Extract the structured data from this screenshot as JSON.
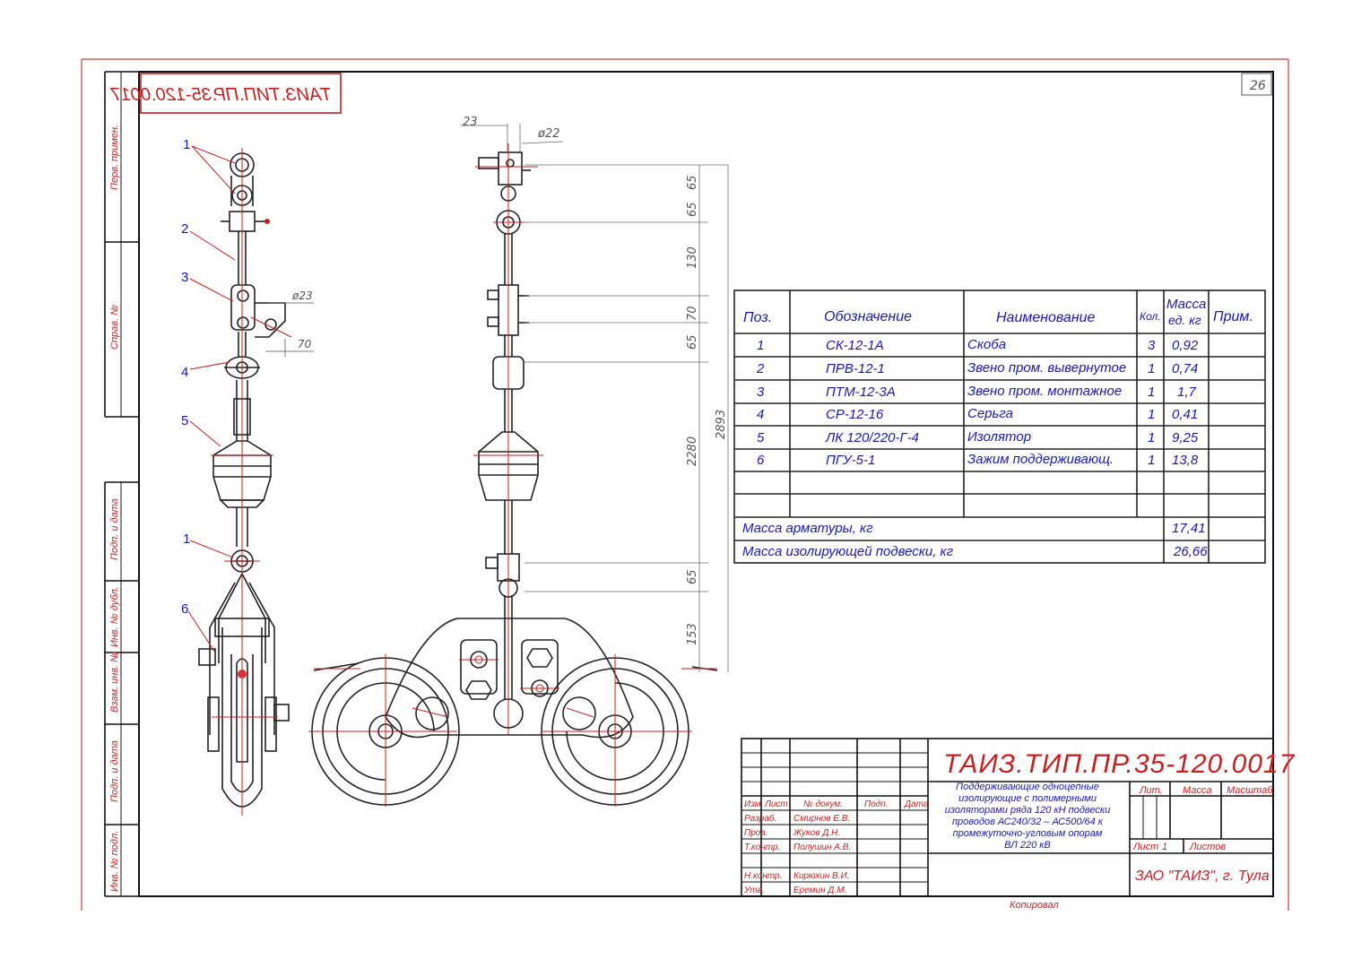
{
  "sheet": {
    "number": "26",
    "stamp_code_mirrored": "ТАИЗ.ТИП.ПР.35-120.0017",
    "footer_copy": "Копировал"
  },
  "side_strip": [
    "Перв. примен.",
    "Справ. №",
    "Подп. и дата",
    "Инв. № дубл.",
    "Взам. инв. №",
    "Подп. и дата",
    "Инв. № подл."
  ],
  "callouts": [
    "1",
    "2",
    "3",
    "4",
    "5",
    "1",
    "6"
  ],
  "dimensions": {
    "top_width": "23",
    "pin_diameter": "ø22",
    "link_hole": "ø23",
    "link_offset": "70",
    "vertical": [
      "65",
      "65",
      "130",
      "70",
      "65",
      "2280",
      "65",
      "153"
    ],
    "total": "2893"
  },
  "spec": {
    "headers": {
      "pos": "Поз.",
      "designation": "Обозначение",
      "name": "Наименование",
      "qty": "Кол.",
      "mass_1": "Масса",
      "mass_2": "ед. кг",
      "note": "Прим."
    },
    "rows": [
      {
        "pos": "1",
        "designation": "СК-12-1А",
        "name": "Скоба",
        "qty": "3",
        "mass": "0,92"
      },
      {
        "pos": "2",
        "designation": "ПРВ-12-1",
        "name": "Звено пром. вывернутое",
        "qty": "1",
        "mass": "0,74"
      },
      {
        "pos": "3",
        "designation": "ПТМ-12-3А",
        "name": "Звено пром. монтажное",
        "qty": "1",
        "mass": "1,7"
      },
      {
        "pos": "4",
        "designation": "СР-12-16",
        "name": "Серьга",
        "qty": "1",
        "mass": "0,41"
      },
      {
        "pos": "5",
        "designation": "ЛК 120/220-Г-4",
        "name": "Изолятор",
        "qty": "1",
        "mass": "9,25"
      },
      {
        "pos": "6",
        "designation": "ПГУ-5-1",
        "name": "Зажим поддерживающ.",
        "qty": "1",
        "mass": "13,8"
      }
    ],
    "totals": [
      {
        "label": "Масса арматуры, кг",
        "value": "17,41"
      },
      {
        "label": "Масса изолирующей подвески, кг",
        "value": "26,66"
      }
    ]
  },
  "title_block": {
    "code": "ТАИЗ.ТИП.ПР.35-120.0017",
    "description": [
      "Поддерживающие одноцепные",
      "изолирующие с полимерными",
      "изоляторами ряда 120 кН подвески",
      "проводов АС240/32 – АС500/64 к",
      "промежуточно-угловым опорам",
      "ВЛ 220 кВ"
    ],
    "col_headers": [
      "Изм",
      "Лист",
      "№ докум.",
      "Подп.",
      "Дата"
    ],
    "signatures": [
      {
        "role": "Разраб.",
        "name": "Смирнов Е.В."
      },
      {
        "role": "Пров.",
        "name": "Жуков Д.Н."
      },
      {
        "role": "Т.контр.",
        "name": "Полушин А.В."
      },
      {
        "role": "",
        "name": ""
      },
      {
        "role": "Н.контр.",
        "name": "Кирюхин В.И."
      },
      {
        "role": "Утв.",
        "name": "Еремин Д.М."
      }
    ],
    "lit": "Лит.",
    "mass": "Масса",
    "scale": "Масштаб",
    "sheet_label": "Лист",
    "sheet_value": "1",
    "sheets_label": "Листов",
    "company": "ЗАО \"ТАИЗ\", г. Тула"
  }
}
